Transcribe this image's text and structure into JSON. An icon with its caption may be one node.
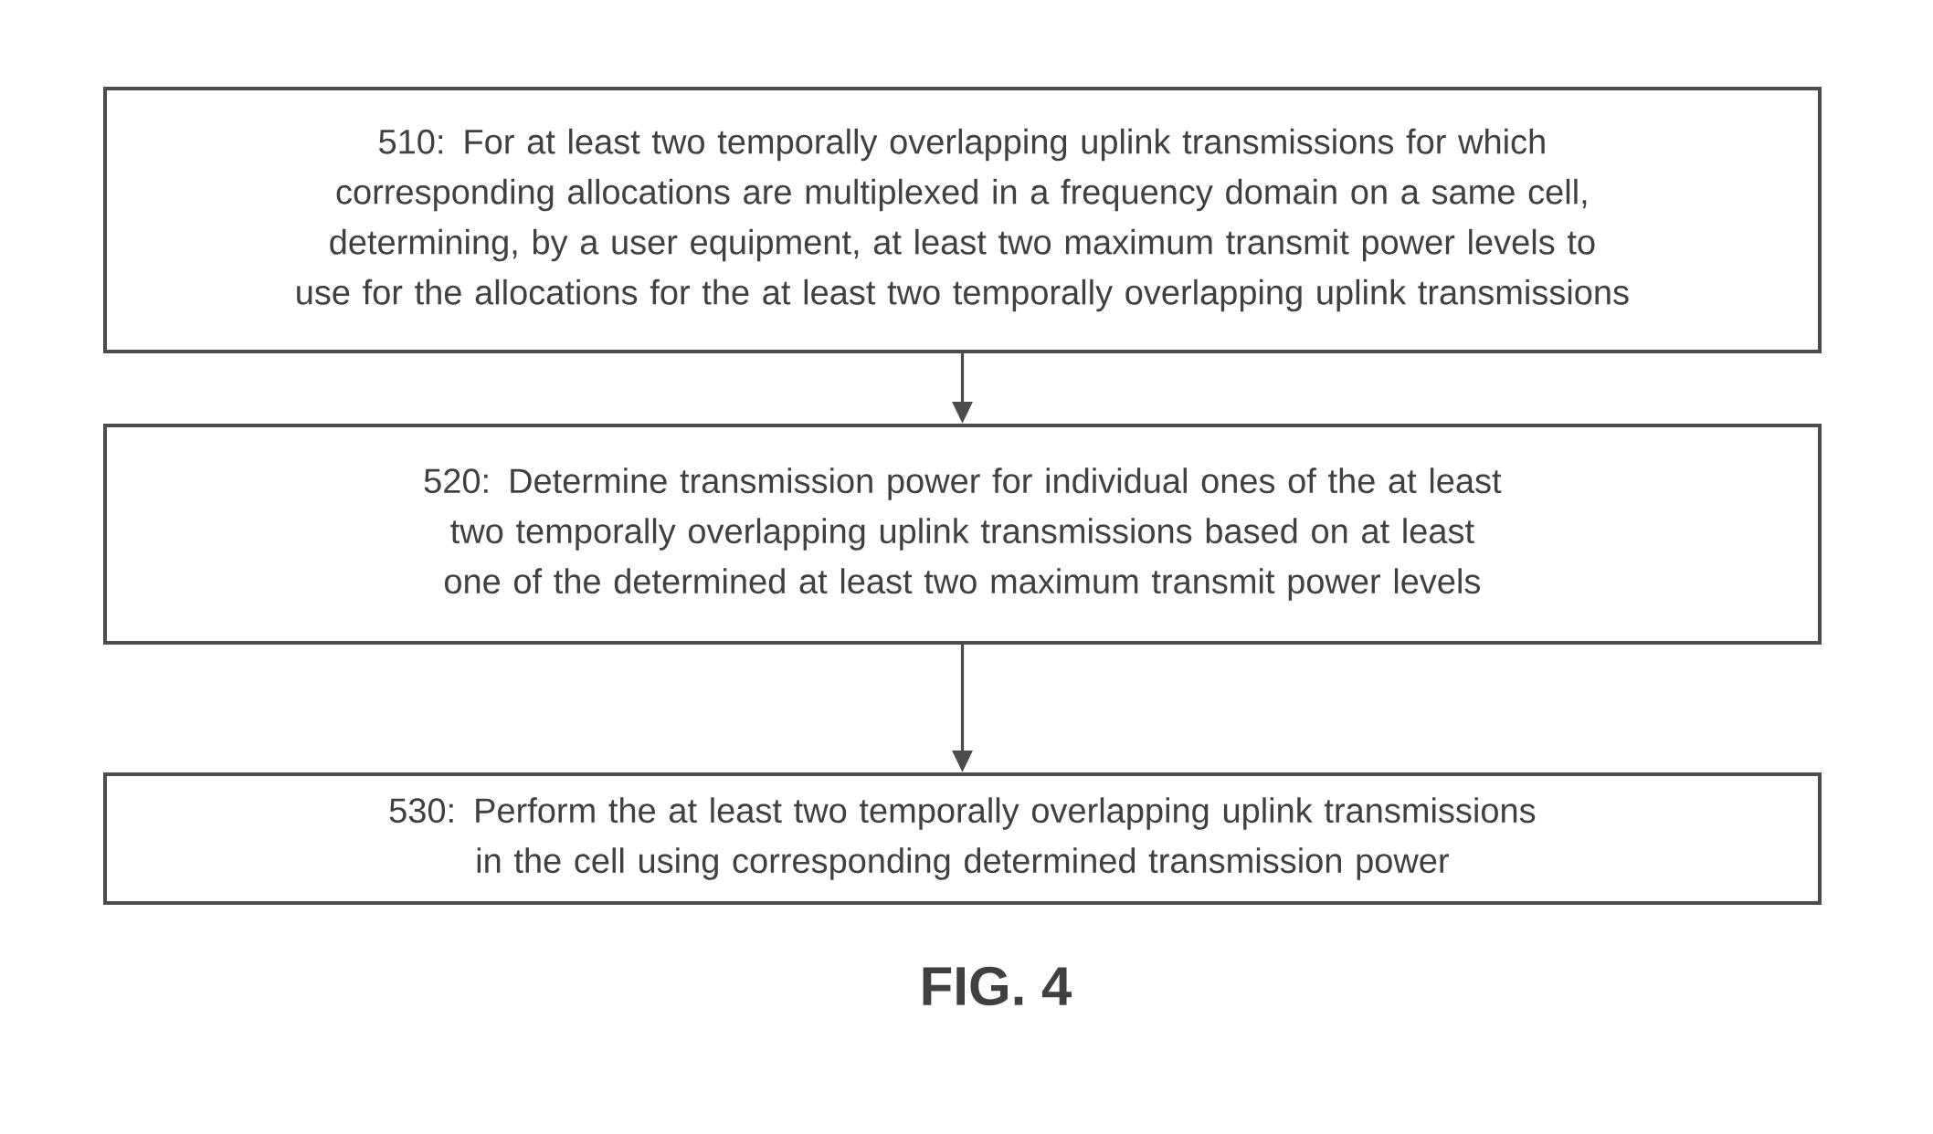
{
  "diagram": {
    "caption": "FIG. 4",
    "nodes": [
      {
        "text": [
          "510: For at least two temporally overlapping uplink transmissions for which corresponding allocations are multiplexed in a frequency domain on a same cell, determining, by a user equipment, at least two maximum transmit power levels to use for the allocations for the at least two temporally overlapping uplink transmissions"
        ]
      },
      {
        "text": [
          "520: Determine transmission power for individual ones of the at least two temporally overlapping uplink transmissions based on at least one of the determined at least two maximum transmit power levels"
        ]
      },
      {
        "text": [
          "530: Perform the at least two temporally overlapping uplink transmissions in the cell using corresponding determined transmission power"
        ]
      }
    ],
    "edges": [
      {
        "from": 0,
        "to": 1,
        "arrow": "to"
      },
      {
        "from": 1,
        "to": 2,
        "arrow": "to"
      }
    ]
  }
}
